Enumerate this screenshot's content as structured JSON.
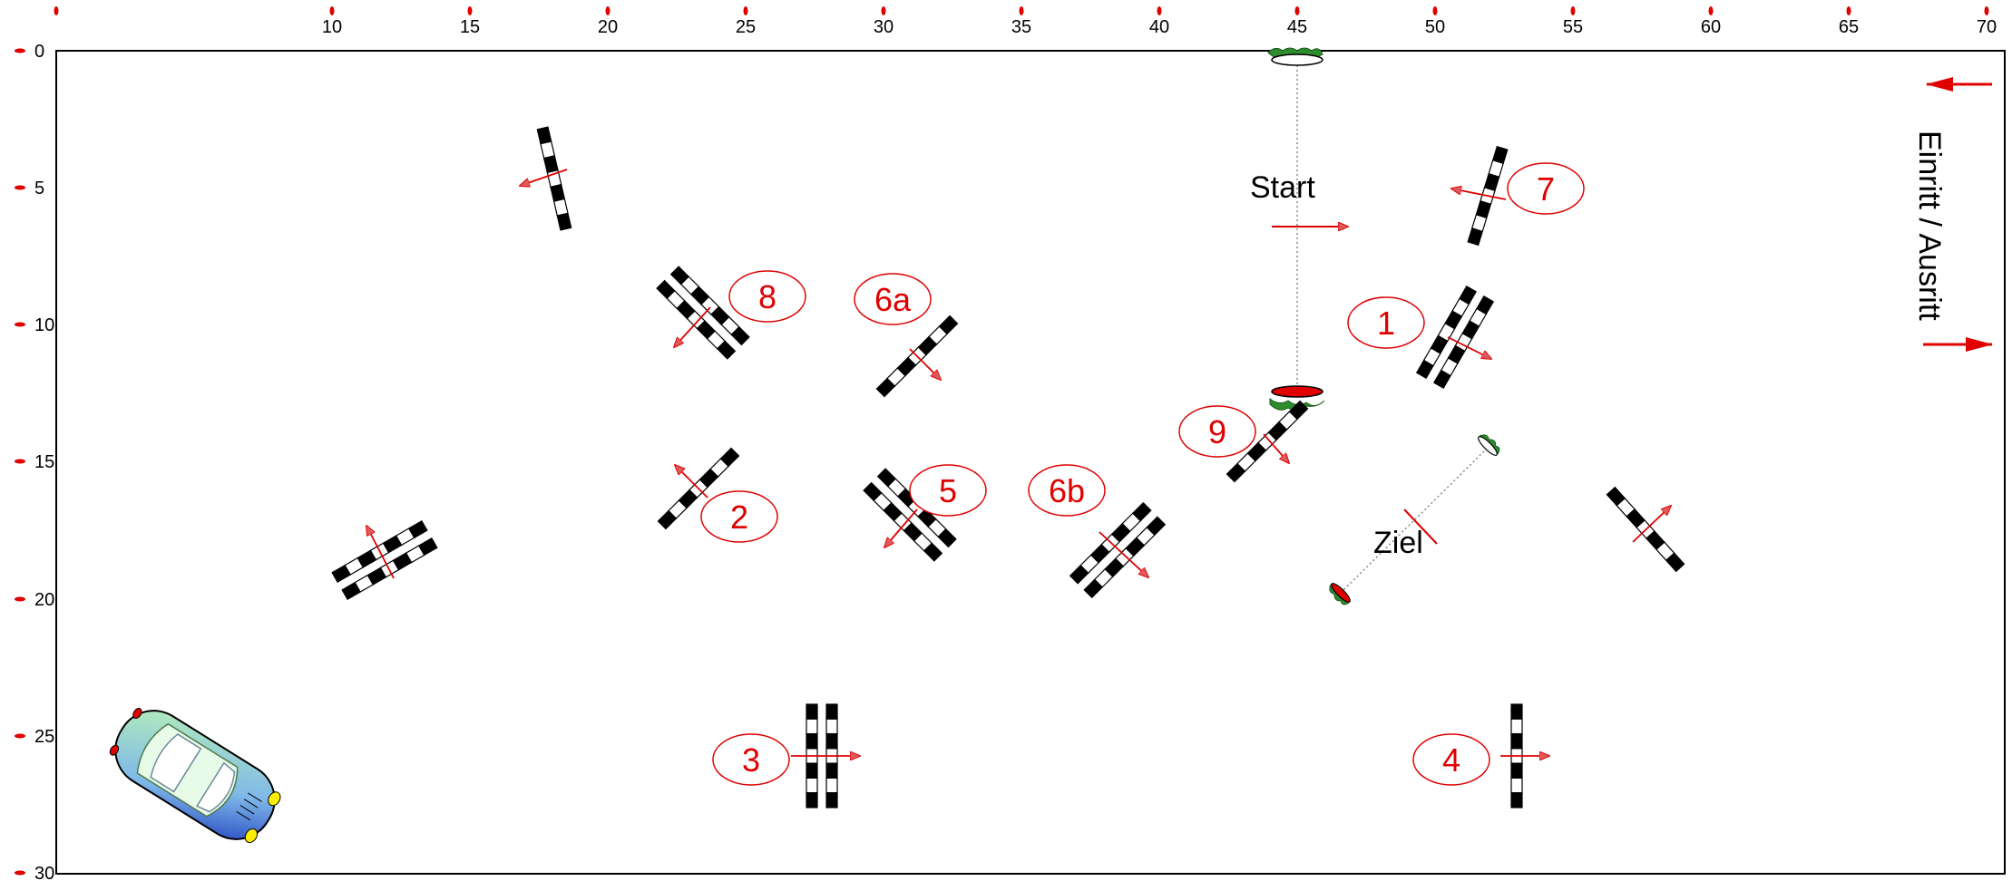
{
  "course": {
    "x_ticks": [
      "",
      "10",
      "15",
      "20",
      "25",
      "30",
      "35",
      "40",
      "45",
      "50",
      "55",
      "60",
      "65",
      "70"
    ],
    "y_ticks": [
      "0",
      "5",
      "10",
      "15",
      "20",
      "25",
      "30"
    ],
    "start_label": "Start",
    "finish_label": "Ziel",
    "entrance_label": "Einritt / Ausritt",
    "obstacles": [
      {
        "number": "1",
        "color": "double-oxer"
      },
      {
        "number": "2",
        "color": "single"
      },
      {
        "number": "3",
        "color": "double-oxer"
      },
      {
        "number": "4",
        "color": "single"
      },
      {
        "number": "5",
        "color": "double-oxer"
      },
      {
        "number": "6a",
        "color": "single"
      },
      {
        "number": "6b",
        "color": "double-oxer"
      },
      {
        "number": "7",
        "color": "single"
      },
      {
        "number": "8",
        "color": "double-oxer"
      },
      {
        "number": "9",
        "color": "single"
      }
    ],
    "colors": {
      "number_red": "#e00000",
      "arrow_red": "#e00000",
      "rail_black": "#000000",
      "flag_green": "#2e8b2e"
    }
  }
}
